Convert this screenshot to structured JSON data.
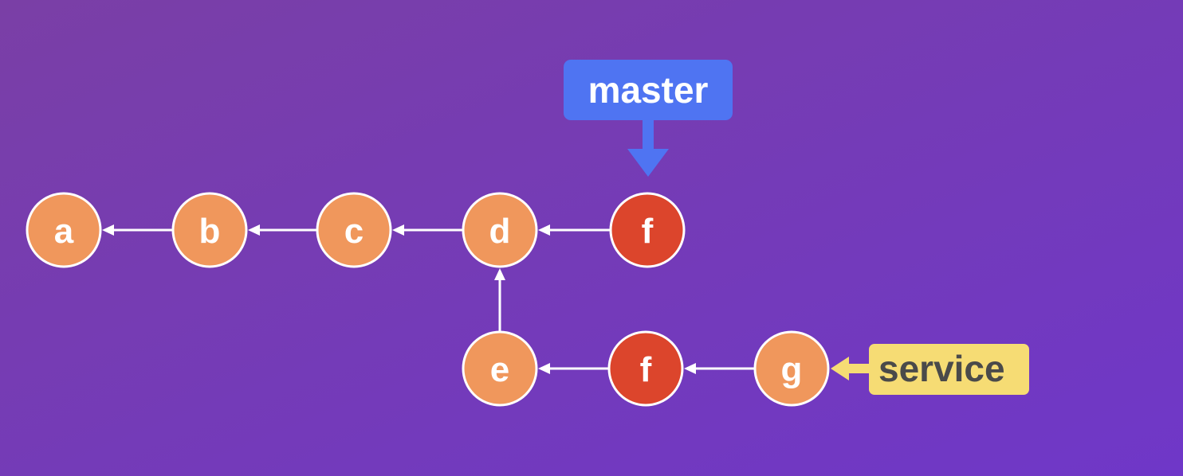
{
  "colors": {
    "background_start": "#7a3fa6",
    "background_end": "#6f37c8",
    "commit": "#f0975c",
    "commit_highlight": "#dc452c",
    "commit_border": "#ffffff",
    "edge": "#ffffff",
    "master_ref": "#4f74f2",
    "service_ref": "#f6dc74",
    "master_text": "#ffffff",
    "service_text": "#4a4a4a"
  },
  "commits": [
    {
      "id": "a",
      "label": "a",
      "highlight": false
    },
    {
      "id": "b",
      "label": "b",
      "highlight": false
    },
    {
      "id": "c",
      "label": "c",
      "highlight": false
    },
    {
      "id": "d",
      "label": "d",
      "highlight": false
    },
    {
      "id": "f-master",
      "label": "f",
      "highlight": true
    },
    {
      "id": "e",
      "label": "e",
      "highlight": false
    },
    {
      "id": "f-service",
      "label": "f",
      "highlight": true
    },
    {
      "id": "g",
      "label": "g",
      "highlight": false
    }
  ],
  "edges": [
    {
      "from": "b",
      "to": "a"
    },
    {
      "from": "c",
      "to": "b"
    },
    {
      "from": "d",
      "to": "c"
    },
    {
      "from": "f-master",
      "to": "d"
    },
    {
      "from": "e",
      "to": "d"
    },
    {
      "from": "f-service",
      "to": "e"
    },
    {
      "from": "g",
      "to": "f-service"
    }
  ],
  "refs": [
    {
      "id": "master",
      "label": "master",
      "target": "f-master"
    },
    {
      "id": "service",
      "label": "service",
      "target": "g"
    }
  ]
}
